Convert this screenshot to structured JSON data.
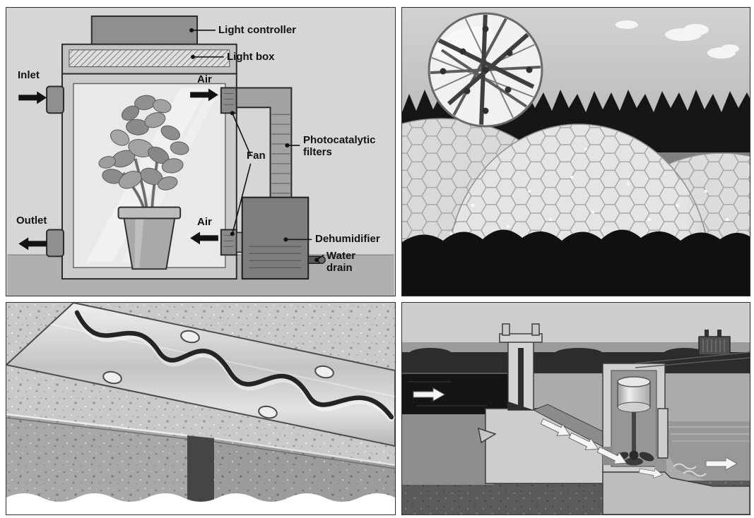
{
  "growth_chamber": {
    "labels": {
      "light_controller": "Light controller",
      "light_box": "Light box",
      "inlet": "Inlet",
      "air_top": "Air",
      "fan": "Fan",
      "photocatalytic_filters": "Photocatalytic filters",
      "outlet": "Outlet",
      "air_bottom": "Air",
      "dehumidifier": "Dehumidifier",
      "water_drain": "Water drain"
    }
  },
  "biome_domes": {
    "labels": {}
  },
  "expansion_joint": {
    "labels": {}
  },
  "hydro_turbine": {
    "labels": {}
  },
  "colors": {
    "page_background": "#ffffff",
    "panel_background": "#d6d6d6",
    "label_text": "#121212",
    "ink": "#1a1a1a",
    "concrete_light": "#c9c9c9",
    "concrete_mid": "#a8a8a8",
    "metal_light": "#e9e9e9",
    "dark_vegetation": "#161616",
    "dome_shell": "#e2e2e2",
    "water_dark": "#151515"
  }
}
